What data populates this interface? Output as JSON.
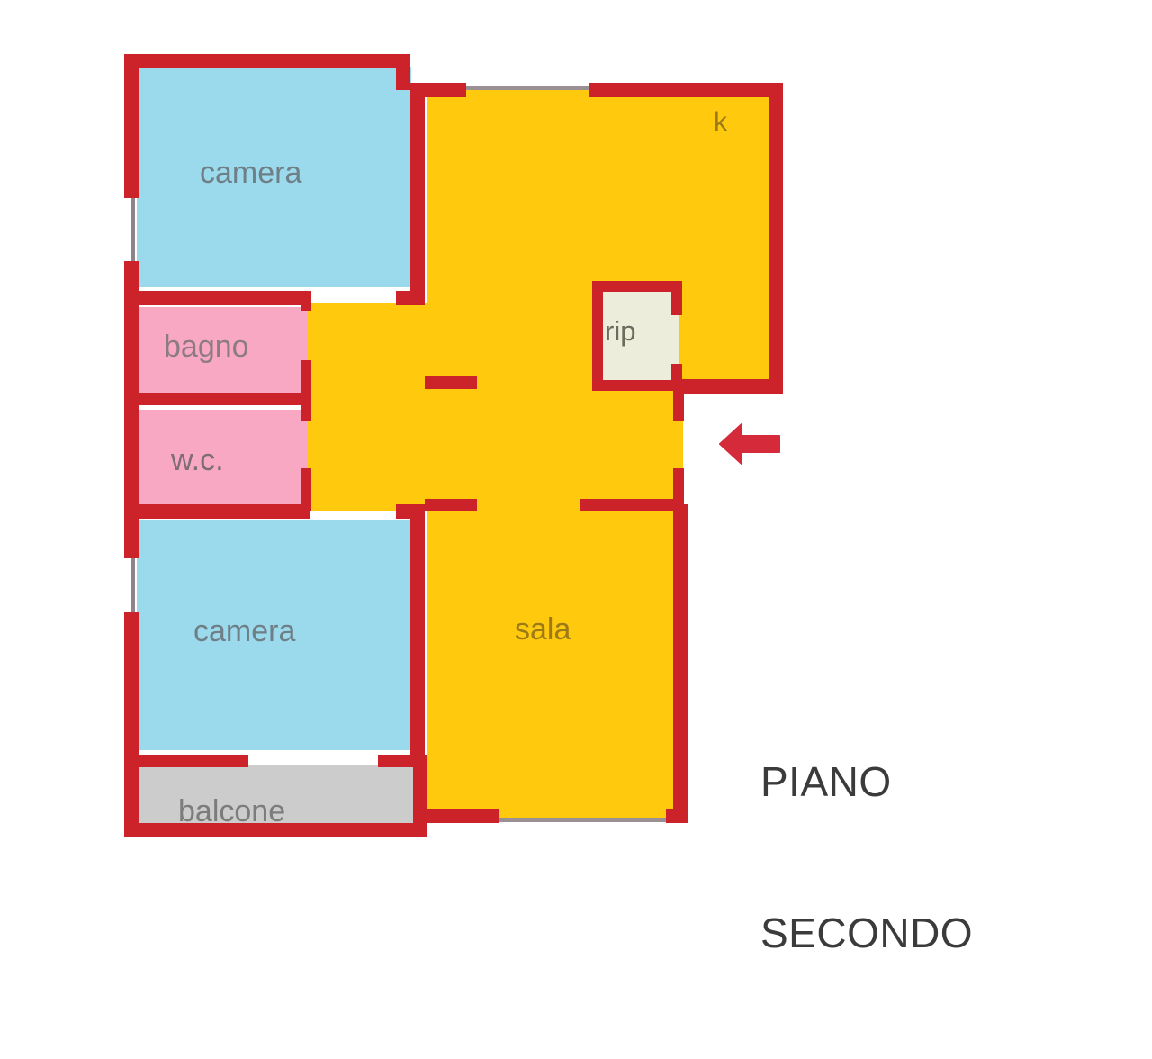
{
  "document": {
    "type": "floor-plan",
    "floor_label_line1": "PIANO",
    "floor_label_line2": "SECONDO"
  },
  "rooms": [
    {
      "id": "camera-top",
      "label": "camera",
      "fill": "#9BD9EC",
      "text_color": "#6f7f86"
    },
    {
      "id": "bagno",
      "label": "bagno",
      "fill": "#F9A8C4",
      "text_color": "#8d7b84"
    },
    {
      "id": "wc",
      "label": "w.c.",
      "fill": "#F9A8C4",
      "text_color": "#7d6d74"
    },
    {
      "id": "camera-bottom",
      "label": "camera",
      "fill": "#9BD9EC",
      "text_color": "#6f7f86"
    },
    {
      "id": "balcone",
      "label": "balcone",
      "fill": "#CCCCCC",
      "text_color": "#7c7c7c"
    },
    {
      "id": "sala",
      "label": "sala",
      "fill": "#FFC90E",
      "text_color": "#9c7a17"
    },
    {
      "id": "kitchen",
      "label": "k",
      "fill": "#FFC90E",
      "text_color": "#9c7a17"
    },
    {
      "id": "ripostiglio",
      "label": "rip",
      "fill": "#EDEDDC",
      "text_color": "#6b6b5e"
    },
    {
      "id": "corridoio",
      "label": "",
      "fill": "#FFC90E",
      "text_color": "#9c7a17"
    }
  ],
  "annotations": [
    {
      "id": "entrance-arrow",
      "icon": "left-arrow-icon",
      "color": "#D42A3A",
      "meaning": "ingresso"
    }
  ],
  "colors": {
    "wall": "#CC2229",
    "wall_dark": "#A81C24",
    "blue_room": "#9BD9EC",
    "pink_room": "#F9A8C4",
    "yellow_room": "#FFC90E",
    "gray_room": "#CCCCCC",
    "beige_room": "#EDEDDC",
    "background": "#FFFFFF",
    "floor_text": "#3B3B3B"
  }
}
